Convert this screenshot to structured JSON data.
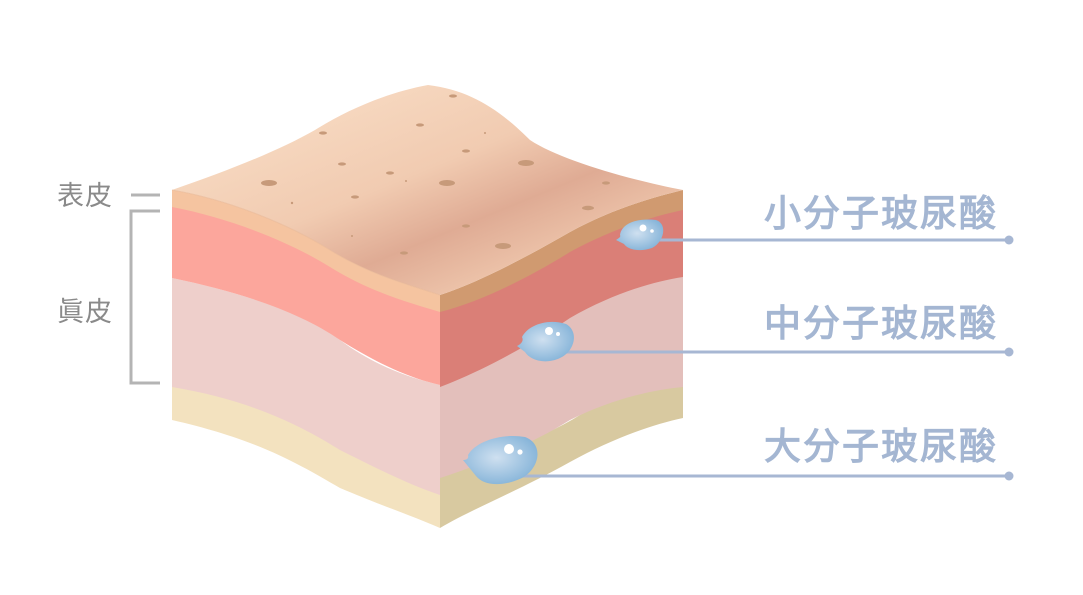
{
  "title": "Skin layers and hyaluronic acid penetration by molecular size",
  "side_labels": {
    "epidermis": "表皮",
    "dermis": "眞皮"
  },
  "molecule_labels": [
    {
      "label": "小分子玻尿酸",
      "depth": "epidermis/dermis boundary"
    },
    {
      "label": "中分子玻尿酸",
      "depth": "upper dermis"
    },
    {
      "label": "大分子玻尿酸",
      "depth": "lower dermis"
    }
  ],
  "colors": {
    "background": "#ffffff",
    "skin_surface_light": "#f7dcc4",
    "skin_surface_shadow": "#e2ae97",
    "epidermis_left": "#f5c4a0",
    "epidermis_right": "#d09a70",
    "dermis_upper_left": "#fca69c",
    "dermis_upper_right": "#da7f77",
    "dermis_lower_left": "#eecfcb",
    "dermis_lower_right": "#e3bfbb",
    "subcutis_left": "#f3e2bf",
    "subcutis_right": "#d8c9a0",
    "molecule_blue": "#8ab8da",
    "label_blue": "#a4b6d2",
    "side_label_gray": "#8a8a8a",
    "bracket_gray": "#b4b4b4"
  }
}
